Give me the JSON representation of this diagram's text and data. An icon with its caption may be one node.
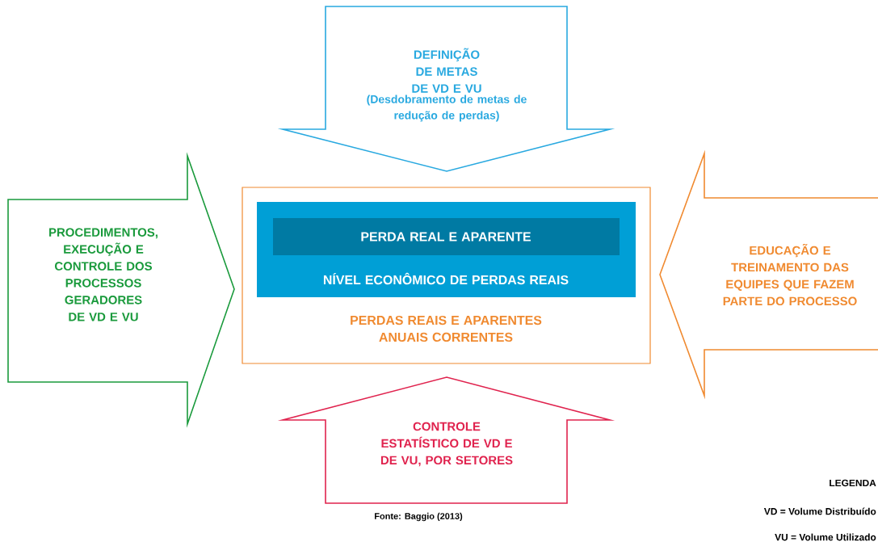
{
  "diagram": {
    "nodes": [
      {
        "text": [
          "DEFINIÇÃO DE METAS DE VD E VU",
          "(Desdobramento de metas de redução de perdas)"
        ]
      },
      {
        "text": [
          "PROCEDIMENTOS, EXECUÇÃO E CONTROLE DOS PROCESSOS GERADORES DE VD E VU"
        ]
      },
      {
        "text": [
          "PERDAS REAIS E APARENTES ANUAIS CORRENTES"
        ]
      },
      {
        "text": [
          "NÍVEL ECONÔMICO DE PERDAS REAIS"
        ],
        "in": 2
      },
      {
        "text": [
          "PERDA REAL E APARENTE"
        ],
        "in": 3
      },
      {
        "text": [
          "EDUCAÇÃO E TREINAMENTO DAS EQUIPES QUE FAZEM PARTE DO PROCESSO"
        ]
      },
      {
        "text": [
          "CONTROLE ESTATÍSTICO DE VD E DE VU, POR SETORES"
        ]
      }
    ],
    "labels": [
      "Fonte: Baggio (2013)",
      "LEGENDA",
      "VD = Volume Distribuído",
      "VU = Volume Utilizado"
    ]
  }
}
